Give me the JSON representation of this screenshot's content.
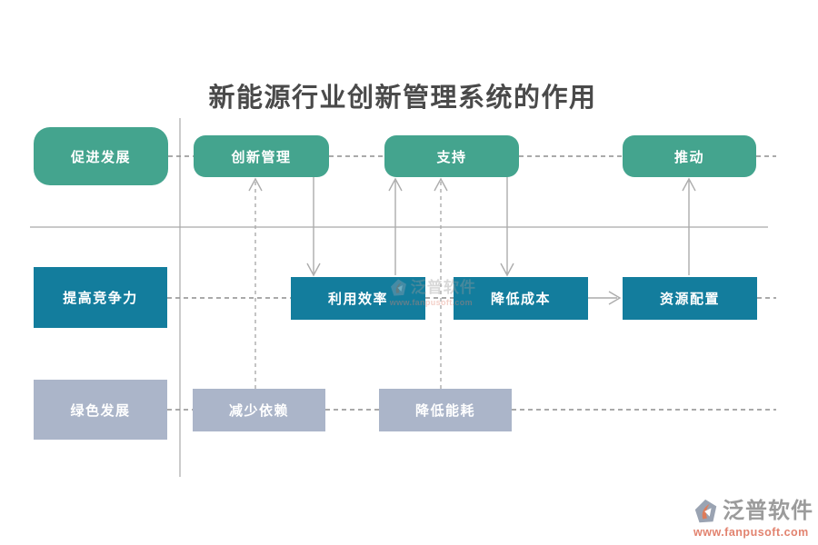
{
  "title": "新能源行业创新管理系统的作用",
  "boxes": {
    "row1": [
      "促进发展",
      "创新管理",
      "支持",
      "推动"
    ],
    "row2": [
      "提高竞争力",
      "利用效率",
      "降低成本",
      "资源配置"
    ],
    "row3": [
      "绿色发展",
      "减少依赖",
      "降低能耗"
    ]
  },
  "watermark": {
    "brand": "泛普软件",
    "url": "www.fanpusoft.com"
  },
  "colors": {
    "green": "#44A48E",
    "teal": "#137D9D",
    "gray": "#ABB5C9",
    "line": "#A9A9A9",
    "dash": "#8E8E8E",
    "title-text": "#4A4A4A",
    "brand-text": "#9B9B9B",
    "url-text": "#E2836F"
  }
}
